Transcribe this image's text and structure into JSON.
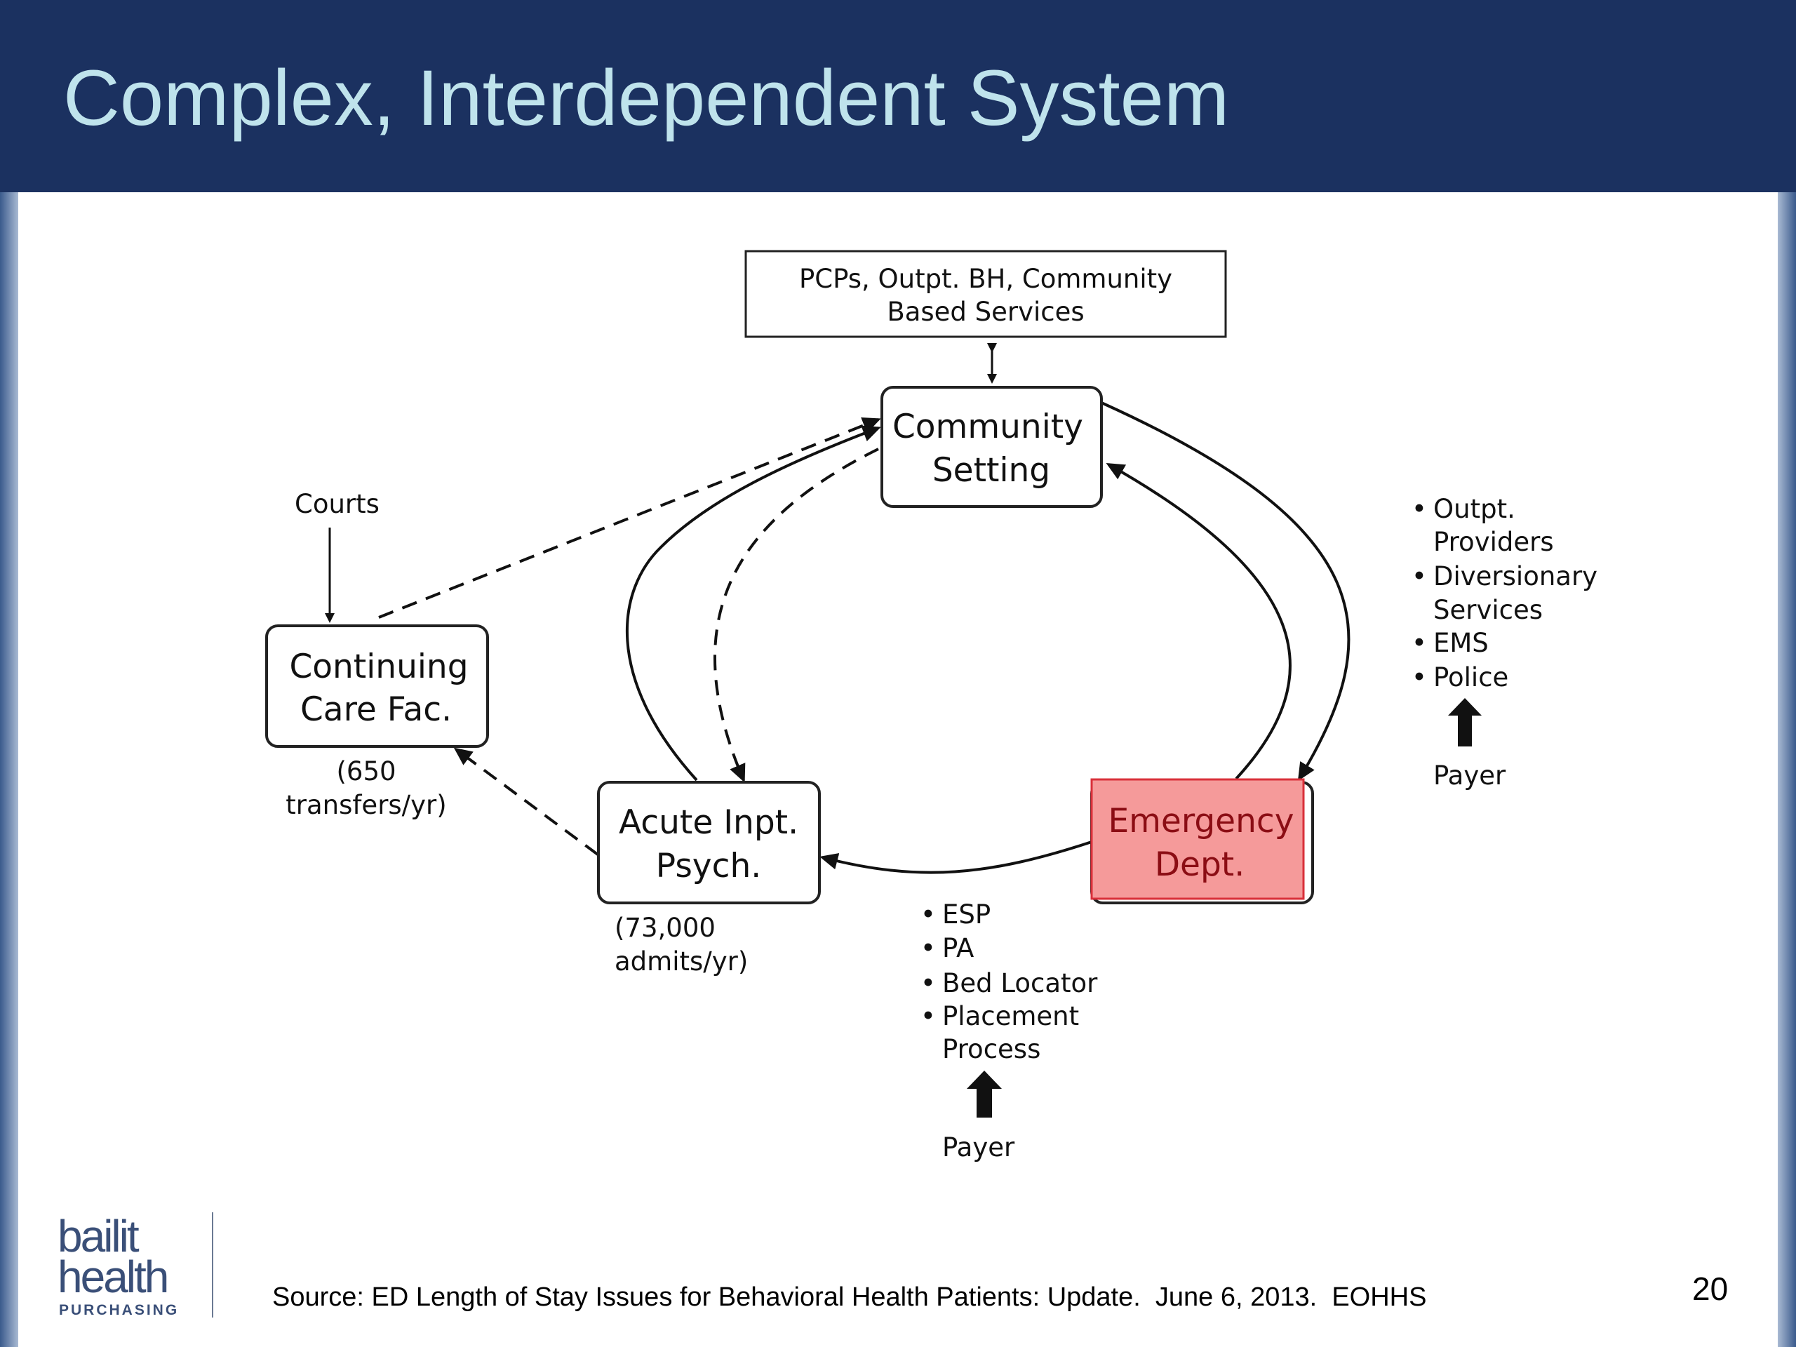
{
  "slide": {
    "title": "Complex, Interdependent System",
    "page_number": "20",
    "source": "Source: ED Length of Stay Issues for Behavioral Health Patients: Update.  June 6, 2013.  EOHHS"
  },
  "logo": {
    "line1": "bailit",
    "line2": "health",
    "line3": "PURCHASING",
    "color": "#3a4f78"
  },
  "diagram": {
    "nodes": {
      "pcp": {
        "line1": "PCPs, Outpt. BH, Community",
        "line2": "Based Services"
      },
      "community": {
        "line1": "Community",
        "line2": "Setting"
      },
      "continuing": {
        "line1": "Continuing",
        "line2": "Care Fac."
      },
      "acute": {
        "line1": "Acute Inpt.",
        "line2": "Psych."
      },
      "ed": {
        "line1": "Emergency",
        "line2": "Dept."
      }
    },
    "labels": {
      "courts": "Courts",
      "transfers_1": "(650",
      "transfers_2": "transfers/yr)",
      "admits_1": "(73,000",
      "admits_2": "admits/yr)"
    },
    "right_list": {
      "items": [
        "Outpt.",
        "Providers",
        "Diversionary",
        "Services",
        "EMS",
        "Police"
      ],
      "payer": "Payer"
    },
    "bottom_list": {
      "items": [
        "ESP",
        "PA",
        "Bed Locator",
        "Placement",
        "Process"
      ],
      "payer": "Payer"
    },
    "colors": {
      "title_bar": "#1b3160",
      "title_text": "#bfe3ec",
      "ed_fill": "#f59a9a",
      "ed_border": "#d9303a",
      "ed_text": "#8b0d14"
    }
  }
}
